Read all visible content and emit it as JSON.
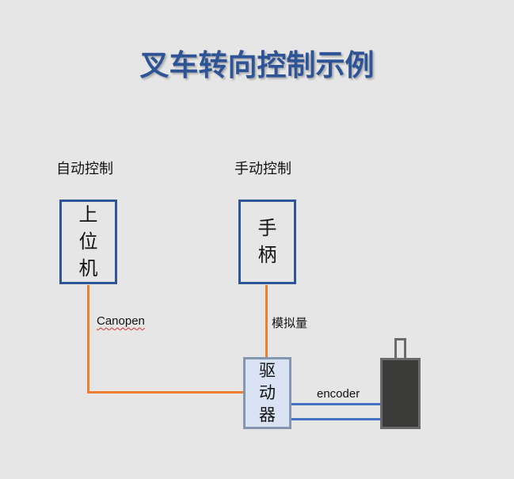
{
  "diagram": {
    "title": "叉车转向控制示例",
    "labels": {
      "auto_control": "自动控制",
      "manual_control": "手动控制"
    },
    "nodes": {
      "upper_computer": "上\n位\n机",
      "handle": "手\n柄",
      "driver": "驱\n动\n器",
      "motor": ""
    },
    "connections": {
      "canopen": "Canopen",
      "analog": "模拟量",
      "encoder": "encoder"
    },
    "colors": {
      "background": "#e6e6e6",
      "title_blue": "#2f5496",
      "node_border_blue": "#2e5597",
      "driver_fill": "#dae3f3",
      "driver_border": "#8496b0",
      "connector_orange": "#ed7d31",
      "connector_blue": "#4472c4",
      "motor_fill": "#3b3b39",
      "motor_border": "#6a6a6a",
      "spellcheck_underline_red": "#e03030"
    }
  }
}
